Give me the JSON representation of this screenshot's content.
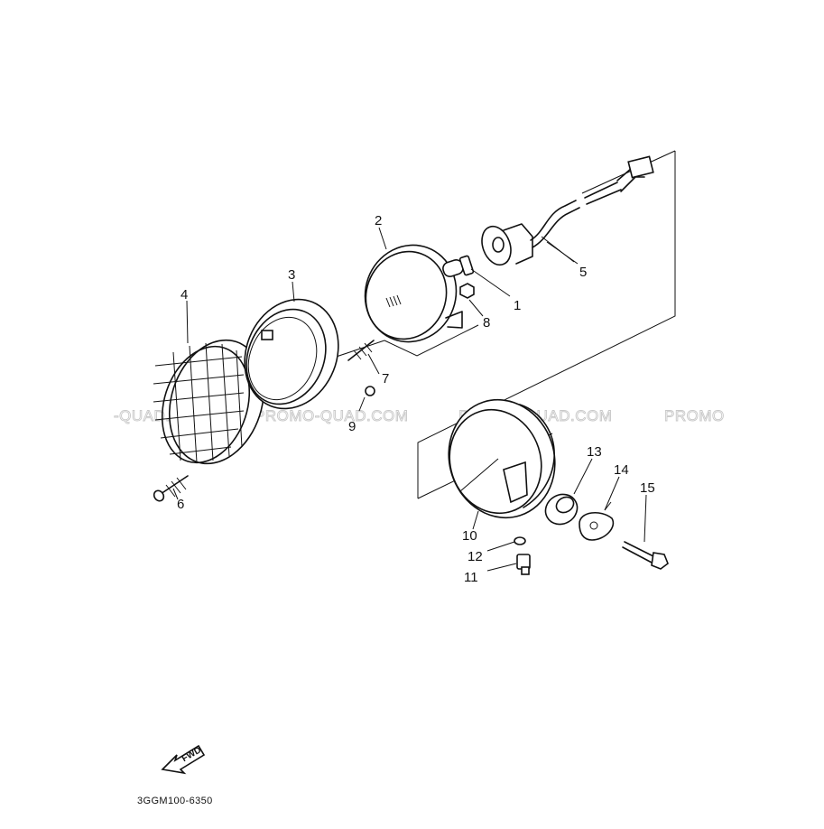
{
  "diagram": {
    "part_labels": [
      "1",
      "2",
      "3",
      "4",
      "5",
      "6",
      "7",
      "8",
      "9",
      "10",
      "11",
      "12",
      "13",
      "14",
      "15"
    ],
    "watermarks": [
      "-QUAD.COM",
      "PROMO-QUAD.COM",
      "PROMO-QUAD.COM",
      "PROMO"
    ],
    "direction_label": "FWD",
    "figure_code": "3GGM100-6350"
  }
}
